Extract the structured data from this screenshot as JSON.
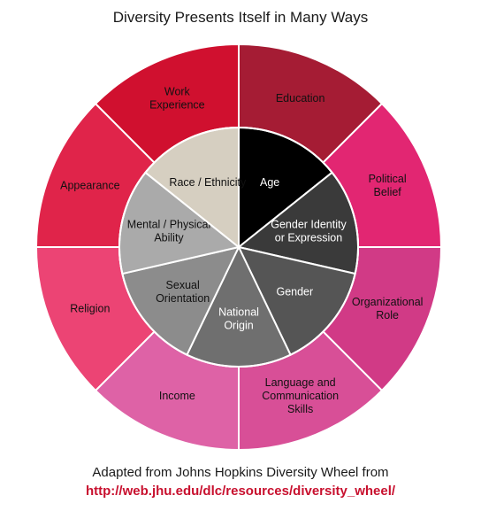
{
  "title": "Diversity Presents Itself in Many Ways",
  "caption": {
    "line": "Adapted from Johns Hopkins Diversity Wheel from",
    "link": "http://web.jhu.edu/dlc/resources/diversity_wheel/"
  },
  "outer_ring": [
    {
      "label": [
        "Education"
      ],
      "color": "#a51c34",
      "text_color": "#111111"
    },
    {
      "label": [
        "Political",
        "Belief"
      ],
      "color": "#e22672",
      "text_color": "#111111"
    },
    {
      "label": [
        "Organizational",
        "Role"
      ],
      "color": "#d13a86",
      "text_color": "#111111"
    },
    {
      "label": [
        "Language and",
        "Communication",
        "Skills"
      ],
      "color": "#d84f97",
      "text_color": "#111111"
    },
    {
      "label": [
        "Income"
      ],
      "color": "#de62a6",
      "text_color": "#111111"
    },
    {
      "label": [
        "Religion"
      ],
      "color": "#ec4474",
      "text_color": "#111111"
    },
    {
      "label": [
        "Appearance"
      ],
      "color": "#e0244a",
      "text_color": "#111111"
    },
    {
      "label": [
        "Work",
        "Experience"
      ],
      "color": "#d0102f",
      "text_color": "#111111"
    }
  ],
  "inner_ring": [
    {
      "label": [
        "Age"
      ],
      "color": "#000000",
      "text_color": "#ffffff"
    },
    {
      "label": [
        "Gender Identity",
        "or Expression"
      ],
      "color": "#3a3a3a",
      "text_color": "#ffffff"
    },
    {
      "label": [
        "Gender"
      ],
      "color": "#555555",
      "text_color": "#ffffff"
    },
    {
      "label": [
        "National",
        "Origin"
      ],
      "color": "#6f6f6f",
      "text_color": "#ffffff"
    },
    {
      "label": [
        "Sexual",
        "Orientation"
      ],
      "color": "#8c8c8c",
      "text_color": "#111111"
    },
    {
      "label": [
        "Mental / Physical",
        "Ability"
      ],
      "color": "#aaaaaa",
      "text_color": "#111111"
    },
    {
      "label": [
        "Race / Ethnicity"
      ],
      "color": "#d6cfc1",
      "text_color": "#111111"
    }
  ]
}
